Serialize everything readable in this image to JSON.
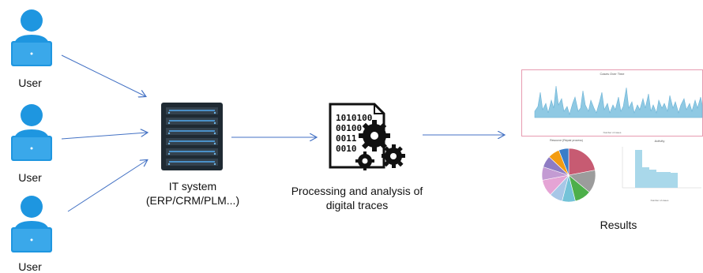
{
  "users": [
    {
      "label": "User"
    },
    {
      "label": "User"
    },
    {
      "label": "User"
    }
  ],
  "it_system": {
    "line1": "IT system",
    "line2": "(ERP/CRM/PLM...)"
  },
  "processing": {
    "line1": "Processing and analysis of",
    "line2": "digital traces",
    "binary_lines": [
      "1010100",
      "00100",
      "0011",
      "0010"
    ]
  },
  "results": {
    "label": "Results",
    "line_chart": {
      "title": "Cases Over Time",
      "legend": "Number of cases"
    },
    "pie_chart": {
      "title": "Resource (Repair process)",
      "colors": [
        "#c75b72",
        "#9c9c9c",
        "#4daf4a",
        "#74c3d8",
        "#a7c7e7",
        "#e5a4d5",
        "#c39bd3",
        "#8e7cc3",
        "#f39c12",
        "#3a7dc9"
      ]
    },
    "bar_chart": {
      "title": "Activity",
      "legend": "Number of cases"
    }
  },
  "colors": {
    "icon_blue": "#1e96e0",
    "arrow": "#4472c4",
    "server_dark": "#1f2a33",
    "server_light": "#4a90c8",
    "chart_fill": "#8fc9e3",
    "chart_frame": "#e79bb0"
  }
}
